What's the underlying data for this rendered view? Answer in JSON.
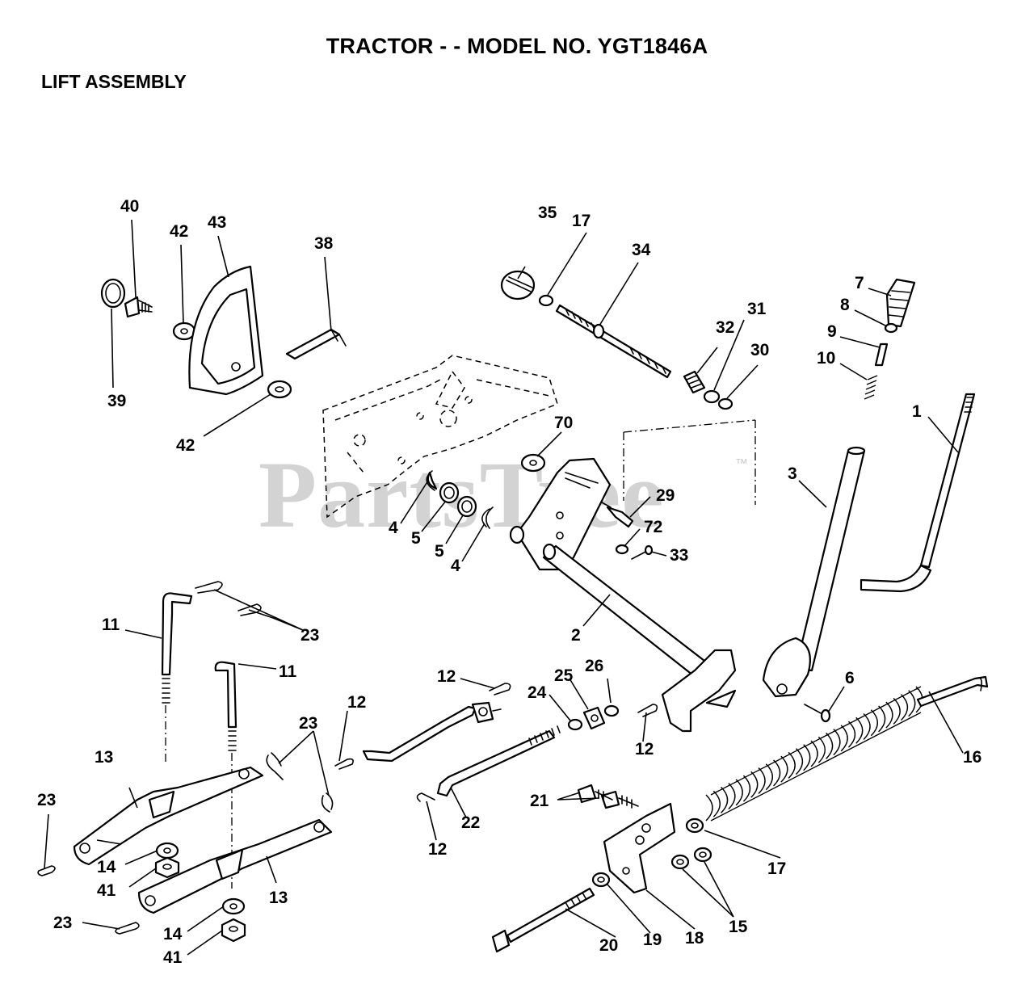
{
  "header": {
    "title": "TRACTOR - - MODEL NO. YGT1846A",
    "section": "LIFT ASSEMBLY"
  },
  "watermark": {
    "text": "PartsTree",
    "trademark": "™",
    "color": "#d3d3d3"
  },
  "callouts": [
    {
      "id": "c1",
      "label": "1"
    },
    {
      "id": "c2",
      "label": "2"
    },
    {
      "id": "c3",
      "label": "3"
    },
    {
      "id": "c4a",
      "label": "4"
    },
    {
      "id": "c4b",
      "label": "4"
    },
    {
      "id": "c5a",
      "label": "5"
    },
    {
      "id": "c5b",
      "label": "5"
    },
    {
      "id": "c6",
      "label": "6"
    },
    {
      "id": "c7",
      "label": "7"
    },
    {
      "id": "c8",
      "label": "8"
    },
    {
      "id": "c9",
      "label": "9"
    },
    {
      "id": "c10",
      "label": "10"
    },
    {
      "id": "c11a",
      "label": "11"
    },
    {
      "id": "c11b",
      "label": "11"
    },
    {
      "id": "c12a",
      "label": "12"
    },
    {
      "id": "c12b",
      "label": "12"
    },
    {
      "id": "c12c",
      "label": "12"
    },
    {
      "id": "c12d",
      "label": "12"
    },
    {
      "id": "c13a",
      "label": "13"
    },
    {
      "id": "c13b",
      "label": "13"
    },
    {
      "id": "c14a",
      "label": "14"
    },
    {
      "id": "c14b",
      "label": "14"
    },
    {
      "id": "c15",
      "label": "15"
    },
    {
      "id": "c16",
      "label": "16"
    },
    {
      "id": "c17a",
      "label": "17"
    },
    {
      "id": "c17b",
      "label": "17"
    },
    {
      "id": "c18",
      "label": "18"
    },
    {
      "id": "c19",
      "label": "19"
    },
    {
      "id": "c20",
      "label": "20"
    },
    {
      "id": "c21",
      "label": "21"
    },
    {
      "id": "c22",
      "label": "22"
    },
    {
      "id": "c23a",
      "label": "23"
    },
    {
      "id": "c23b",
      "label": "23"
    },
    {
      "id": "c23c",
      "label": "23"
    },
    {
      "id": "c23d",
      "label": "23"
    },
    {
      "id": "c24",
      "label": "24"
    },
    {
      "id": "c25",
      "label": "25"
    },
    {
      "id": "c26",
      "label": "26"
    },
    {
      "id": "c29",
      "label": "29"
    },
    {
      "id": "c30",
      "label": "30"
    },
    {
      "id": "c31",
      "label": "31"
    },
    {
      "id": "c32",
      "label": "32"
    },
    {
      "id": "c33",
      "label": "33"
    },
    {
      "id": "c34",
      "label": "34"
    },
    {
      "id": "c35",
      "label": "35"
    },
    {
      "id": "c38",
      "label": "38"
    },
    {
      "id": "c39",
      "label": "39"
    },
    {
      "id": "c40",
      "label": "40"
    },
    {
      "id": "c41a",
      "label": "41"
    },
    {
      "id": "c41b",
      "label": "41"
    },
    {
      "id": "c42a",
      "label": "42"
    },
    {
      "id": "c42b",
      "label": "42"
    },
    {
      "id": "c43",
      "label": "43"
    },
    {
      "id": "c70",
      "label": "70"
    },
    {
      "id": "c72",
      "label": "72"
    }
  ]
}
